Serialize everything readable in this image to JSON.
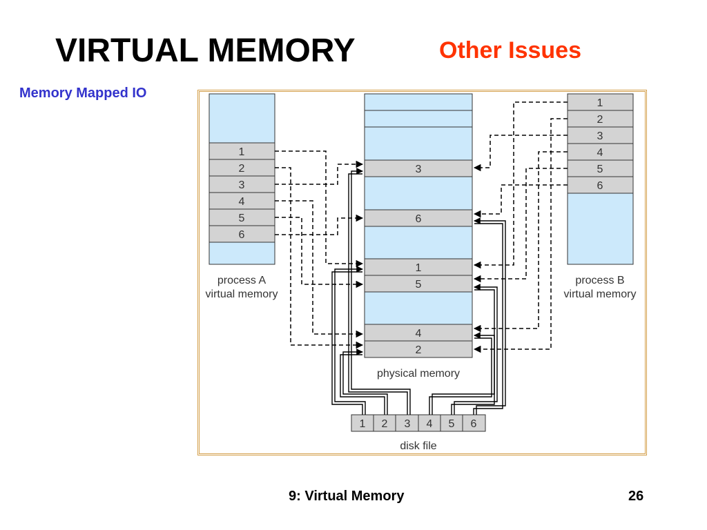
{
  "slide": {
    "title": "VIRTUAL MEMORY",
    "subtitle": "Other Issues",
    "section_label": "Memory Mapped IO",
    "footer_left": "9: Virtual Memory",
    "footer_right": "26"
  },
  "diagram": {
    "process_a": {
      "label_line1": "process A",
      "label_line2": "virtual memory",
      "pages": [
        "1",
        "2",
        "3",
        "4",
        "5",
        "6"
      ]
    },
    "process_b": {
      "label_line1": "process B",
      "label_line2": "virtual memory",
      "pages": [
        "1",
        "2",
        "3",
        "4",
        "5",
        "6"
      ]
    },
    "physical_memory": {
      "label": "physical memory",
      "frames": [
        {
          "page": "3",
          "shaded": true
        },
        {
          "page": "6",
          "shaded": true
        },
        {
          "page": "1",
          "shaded": true
        },
        {
          "page": "5",
          "shaded": true
        },
        {
          "page": "4",
          "shaded": true
        },
        {
          "page": "2",
          "shaded": true
        }
      ]
    },
    "disk_file": {
      "label": "disk file",
      "blocks": [
        "1",
        "2",
        "3",
        "4",
        "5",
        "6"
      ]
    },
    "colors": {
      "free_memory": "#cce9fb",
      "page_shaded": "#d3d3d3",
      "border": "#333333",
      "frame_border": "#d4a04c"
    }
  }
}
